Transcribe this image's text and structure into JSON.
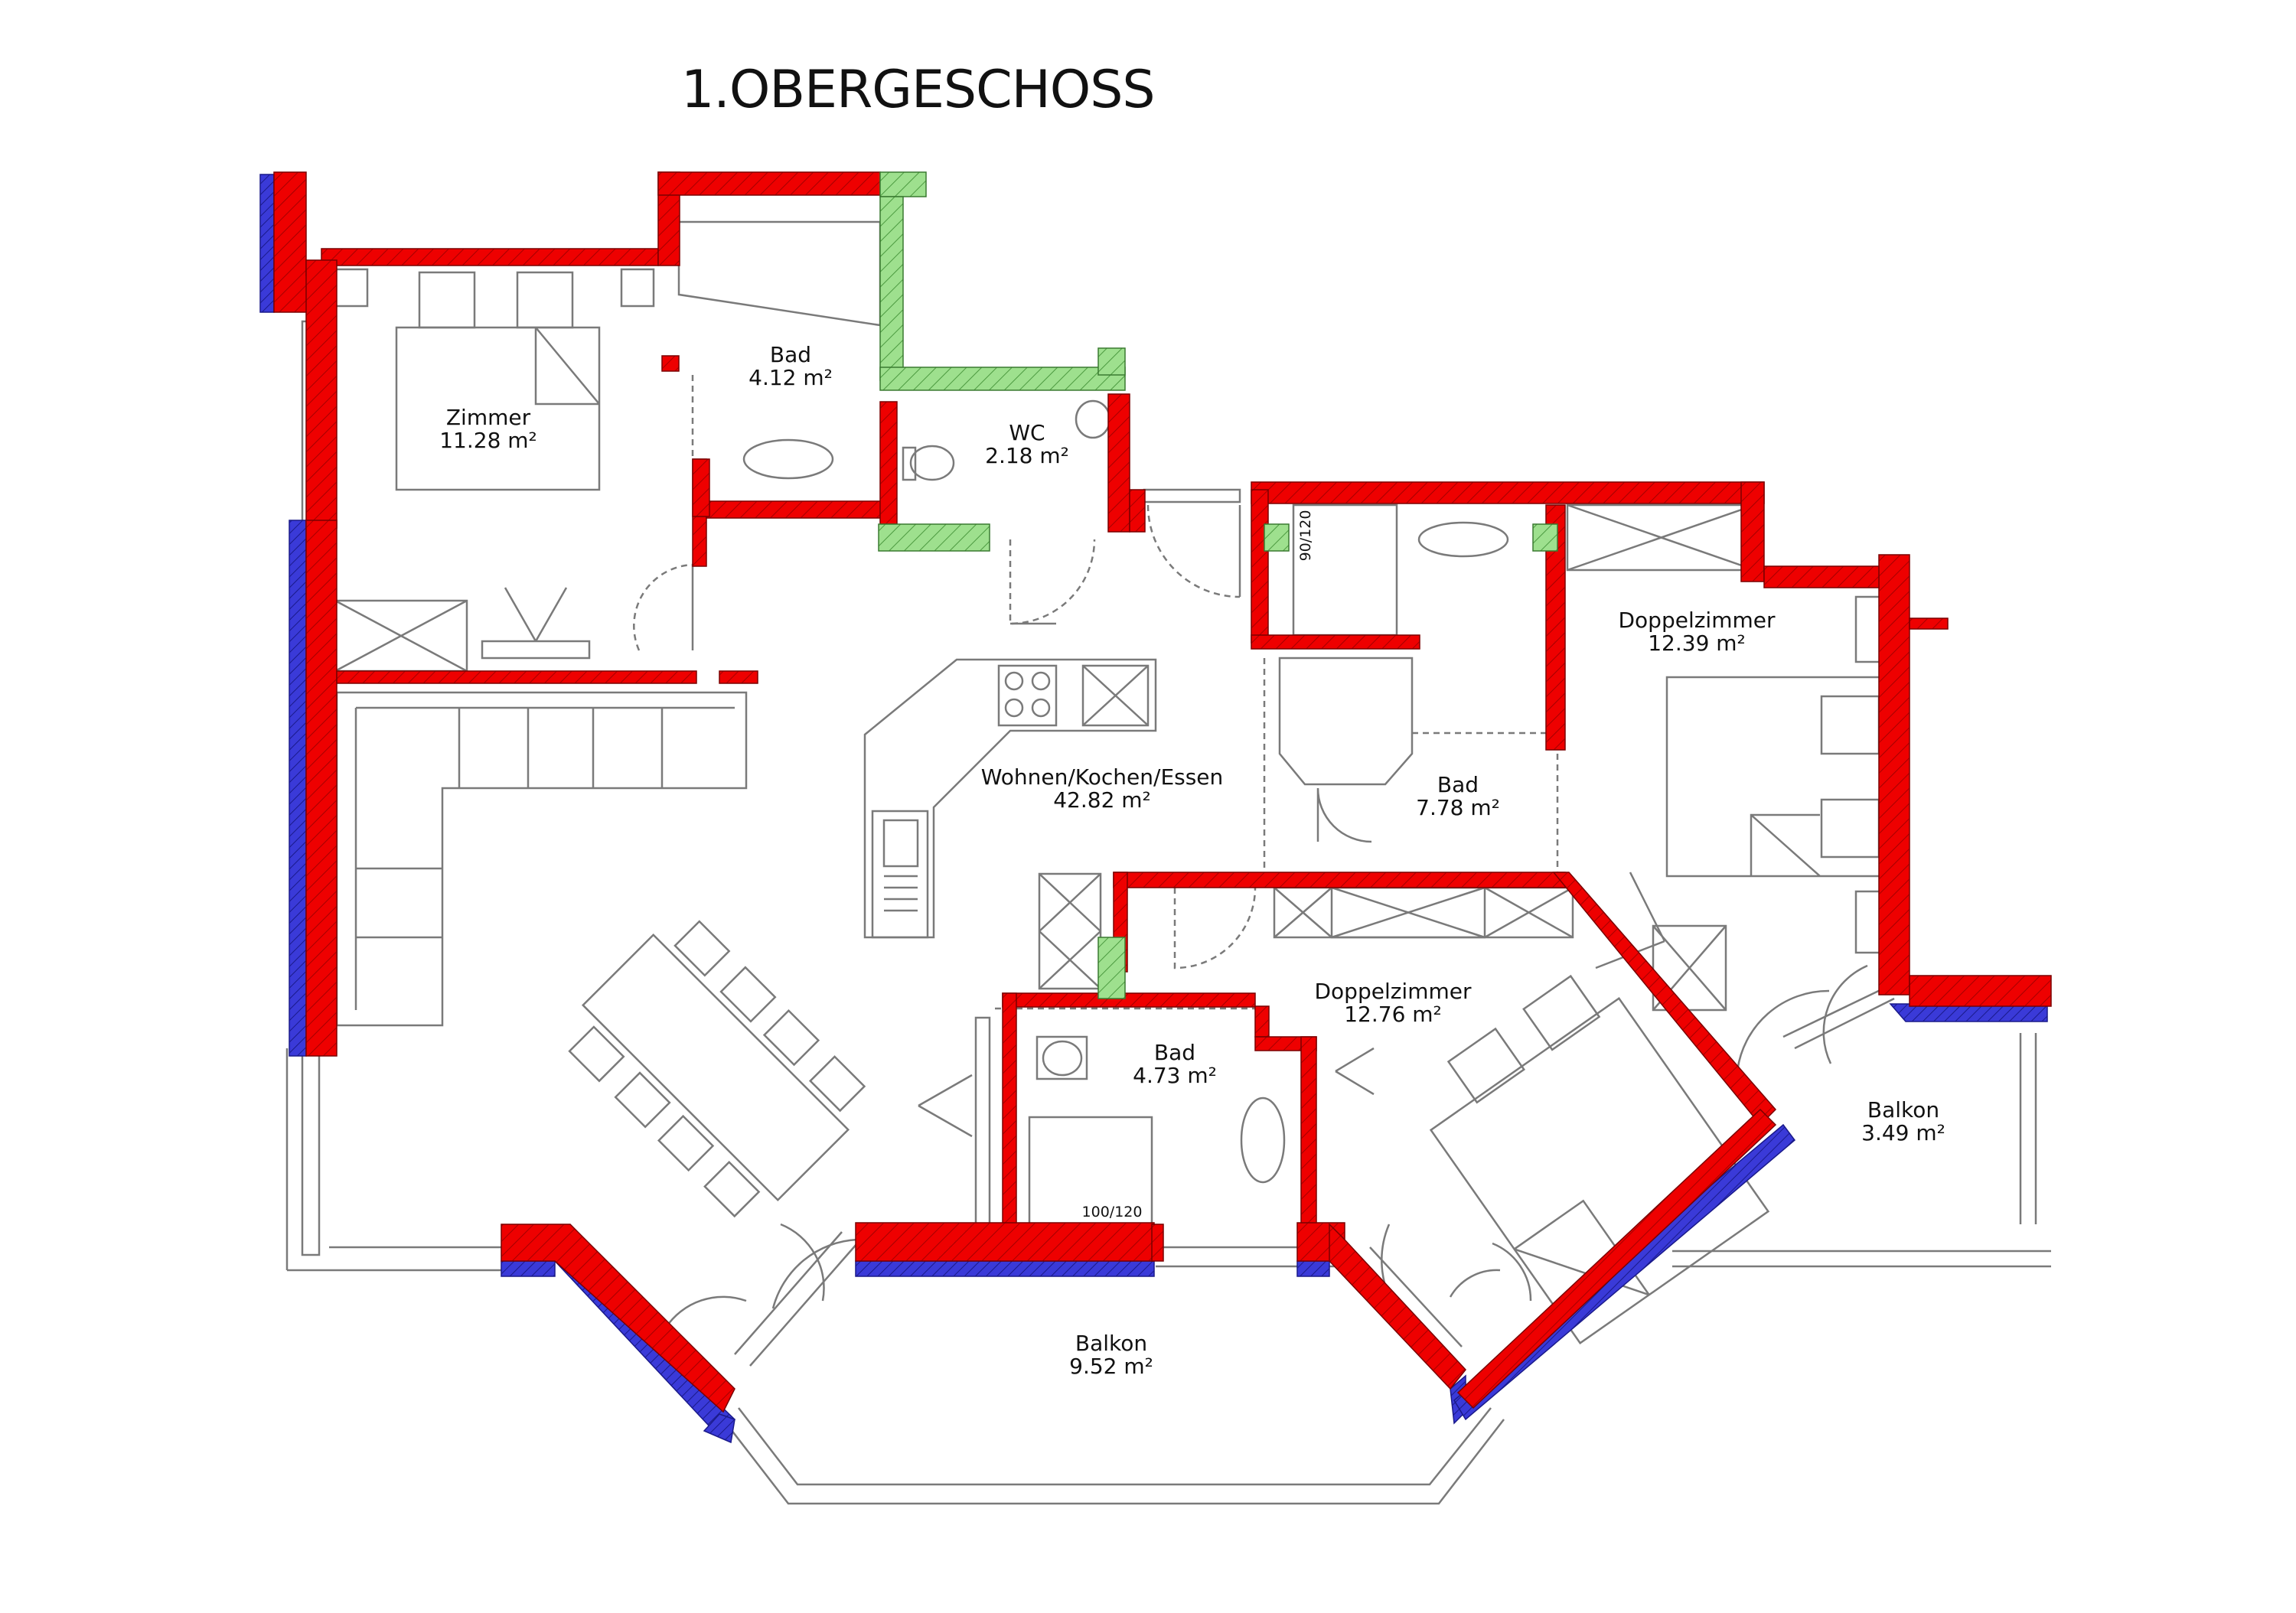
{
  "title": "1.OBERGESCHOSS",
  "colors": {
    "wall_cut": "#ee0000",
    "insulation": "#3a3ad8",
    "new_wall": "#99dd88",
    "line": "#6a6a6a",
    "hatch": "#8a0000"
  },
  "rooms": [
    {
      "id": "zimmer",
      "name": "Zimmer",
      "area": "11.28 m²"
    },
    {
      "id": "bad1",
      "name": "Bad",
      "area": "4.12 m²"
    },
    {
      "id": "wc",
      "name": "WC",
      "area": "2.18 m²"
    },
    {
      "id": "wohnen",
      "name": "Wohnen/Kochen/Essen",
      "area": "42.82 m²"
    },
    {
      "id": "bad2",
      "name": "Bad",
      "area": "7.78 m²"
    },
    {
      "id": "doppel1",
      "name": "Doppelzimmer",
      "area": "12.39 m²"
    },
    {
      "id": "doppel2",
      "name": "Doppelzimmer",
      "area": "12.76 m²"
    },
    {
      "id": "bad3",
      "name": "Bad",
      "area": "4.73 m²"
    },
    {
      "id": "balkon1",
      "name": "Balkon",
      "area": "3.49 m²"
    },
    {
      "id": "balkon2",
      "name": "Balkon",
      "area": "9.52 m²"
    }
  ],
  "shower_labels": {
    "bad2_shower": "90/120",
    "bad3_shower": "100/120"
  }
}
